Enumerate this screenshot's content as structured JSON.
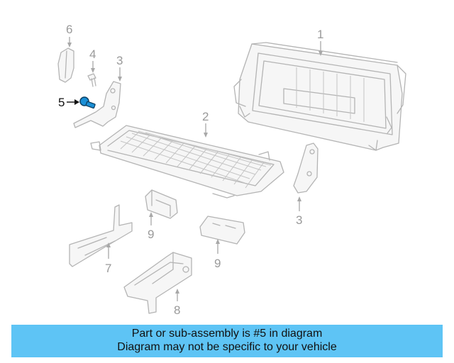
{
  "diagram": {
    "callouts": {
      "c1": "1",
      "c2": "2",
      "c3a": "3",
      "c3b": "3",
      "c4": "4",
      "c5": "5",
      "c6": "6",
      "c7": "7",
      "c8": "8",
      "c9a": "9",
      "c9b": "9"
    },
    "highlight_color": "#1a8fd6"
  },
  "banner": {
    "line1": "Part or sub-assembly is #5 in diagram",
    "line2": "Diagram may not be specific to your vehicle",
    "background": "#5ec4f5"
  }
}
